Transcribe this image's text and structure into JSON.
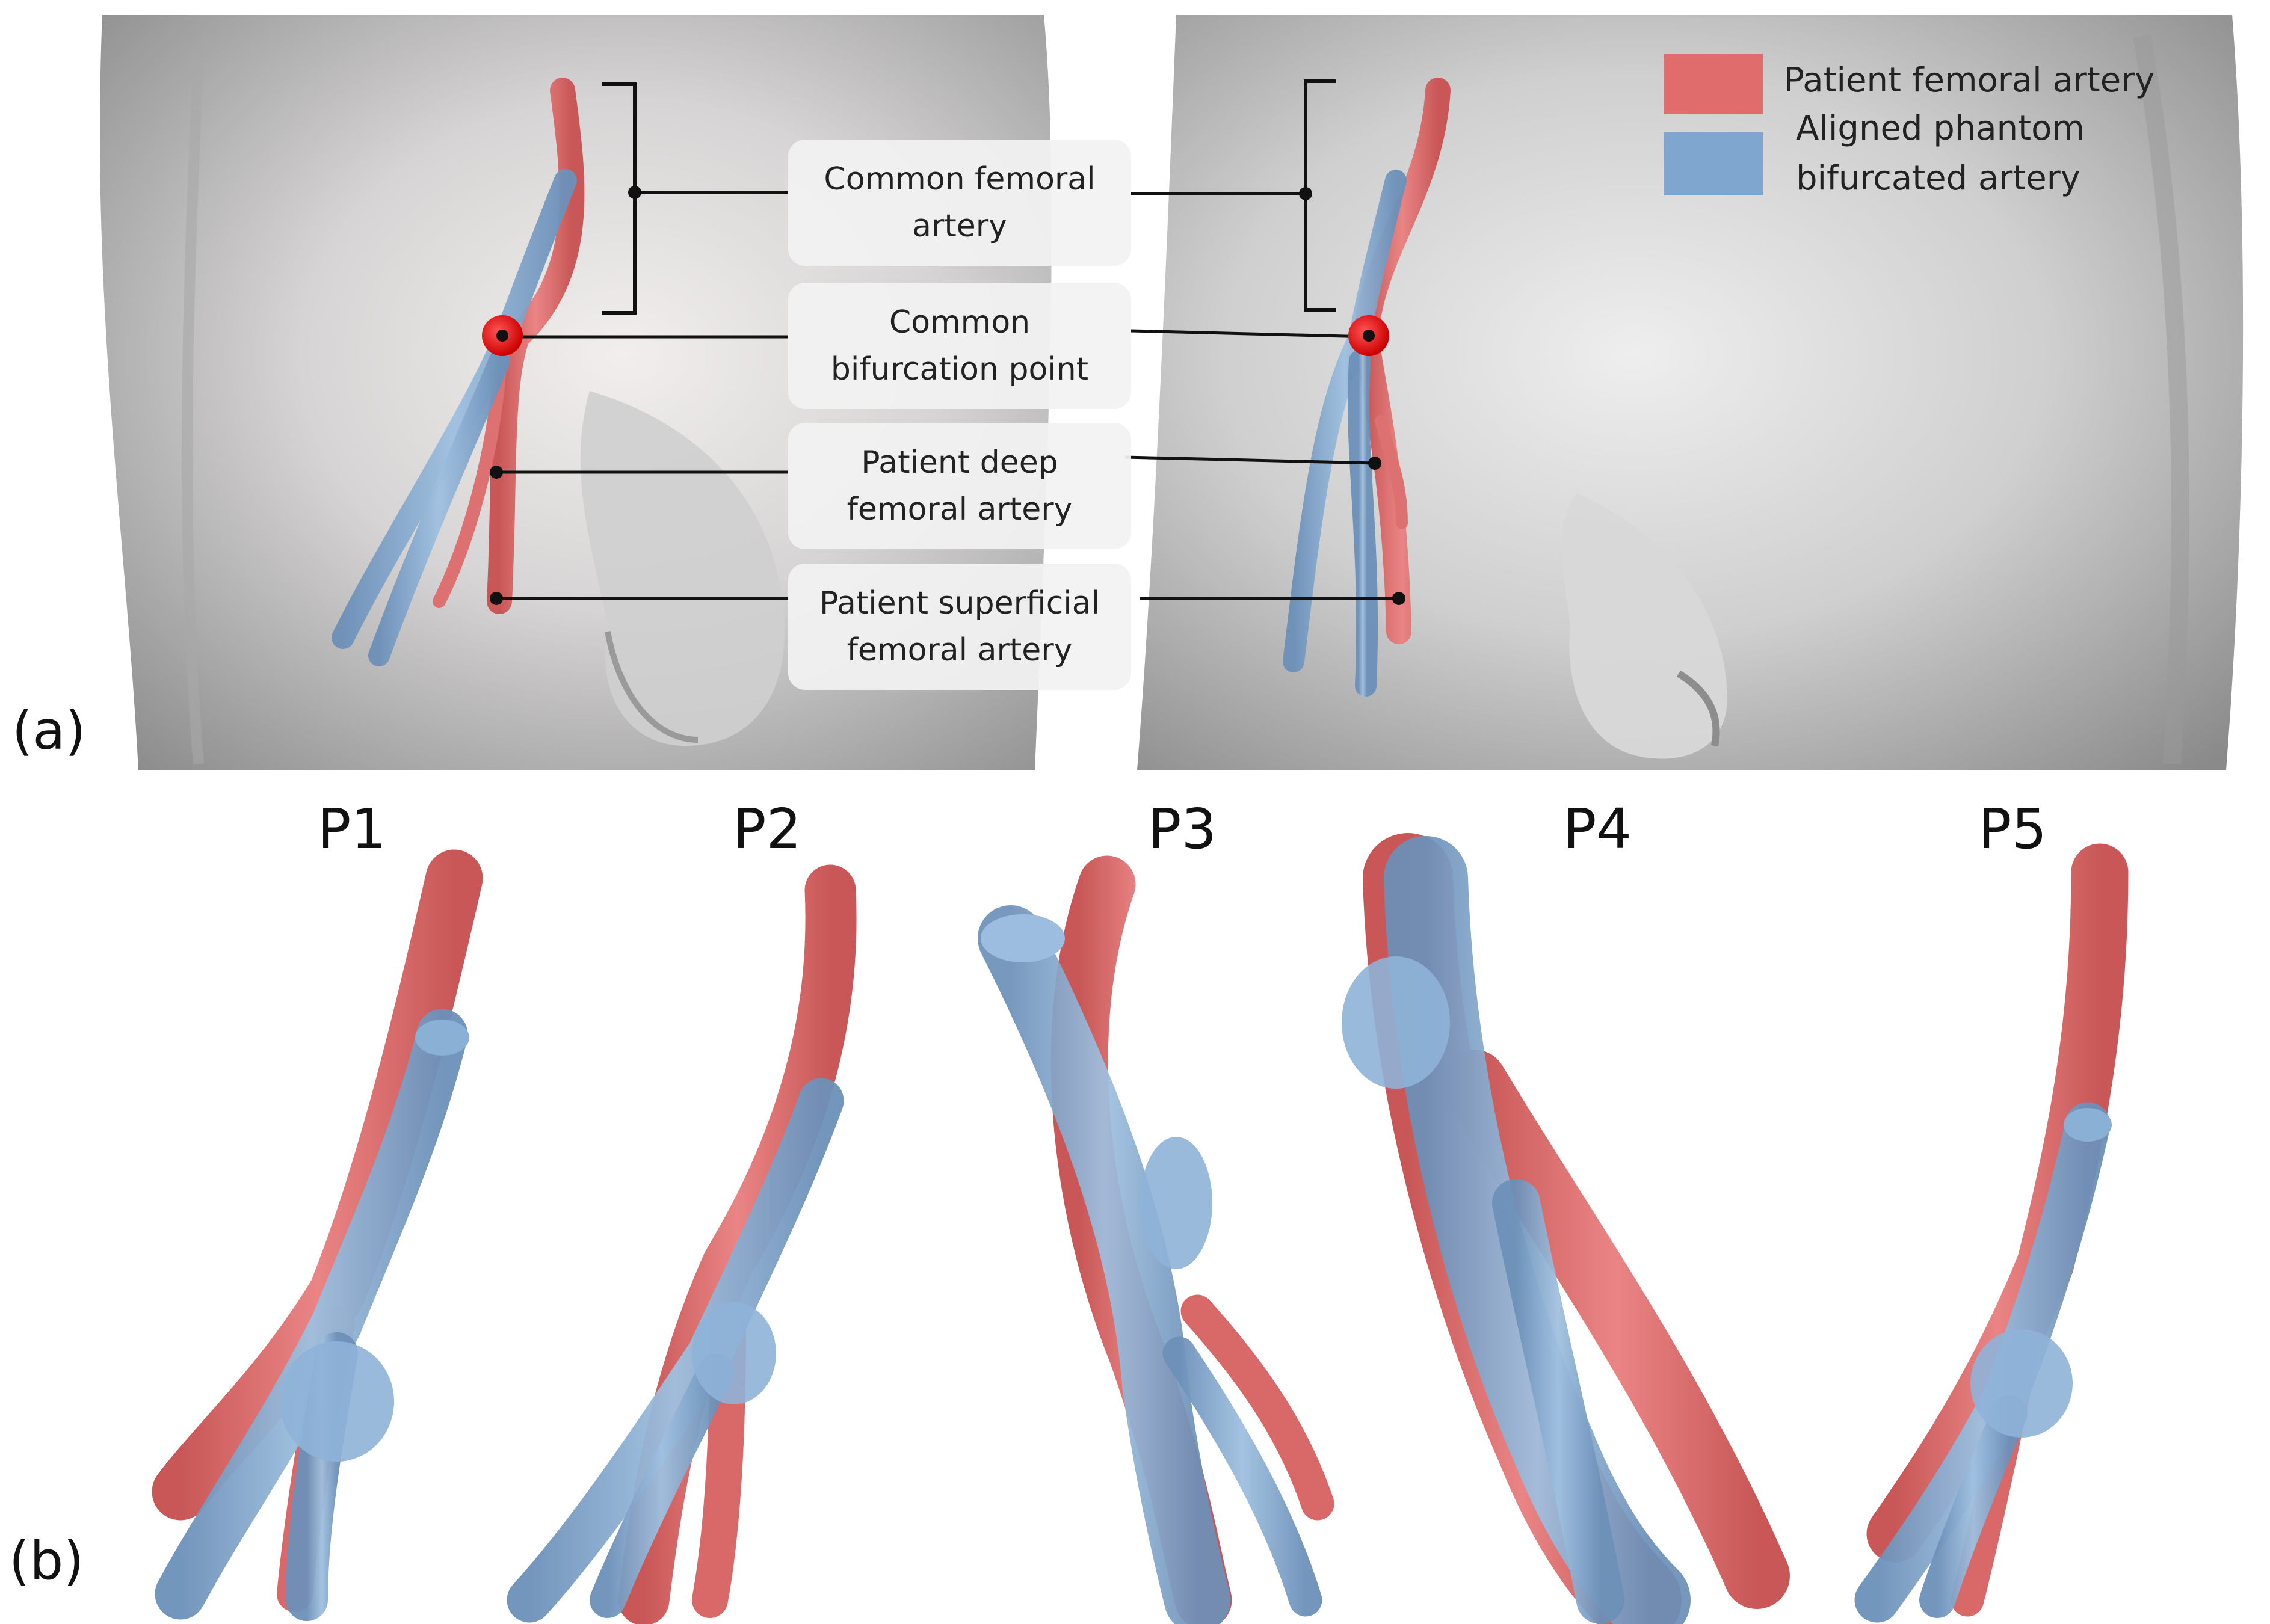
{
  "figure": {
    "panel_a_label": "(a)",
    "panel_b_label": "(b)"
  },
  "legend": {
    "items": [
      {
        "lines": [
          "Patient femoral artery"
        ],
        "color": "#e06c6c"
      },
      {
        "lines": [
          "Aligned phantom",
          "bifurcated artery"
        ],
        "color": "#7fa6cf"
      }
    ]
  },
  "callouts": [
    {
      "id": "cfa",
      "lines": [
        "Common femoral",
        "artery"
      ]
    },
    {
      "id": "bif",
      "lines": [
        "Common",
        "bifurcation point"
      ]
    },
    {
      "id": "pdfa",
      "lines": [
        "Patient deep",
        "femoral artery"
      ]
    },
    {
      "id": "psfa",
      "lines": [
        "Patient superficial",
        "femoral artery"
      ]
    }
  ],
  "patients": [
    "P1",
    "P2",
    "P3",
    "P4",
    "P5"
  ],
  "colors": {
    "patient_artery": "#e06c6c",
    "phantom_artery": "#7fa6cf",
    "bifurcation_marker": "#ee1111",
    "body_surface": "#c8c8c8"
  }
}
